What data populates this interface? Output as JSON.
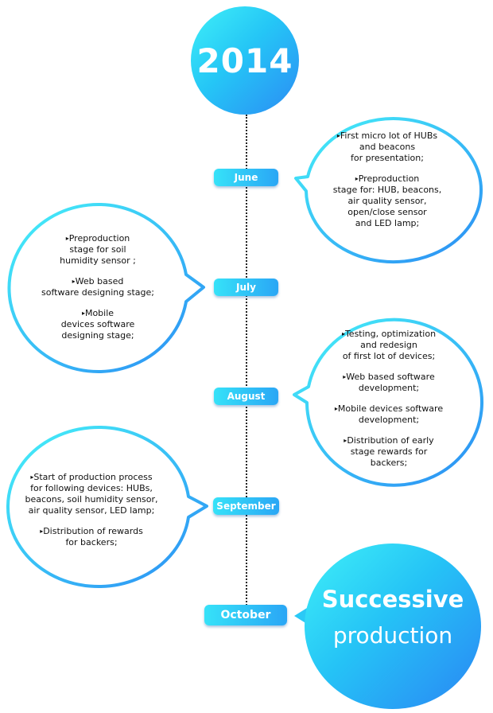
{
  "year": "2014",
  "colors": {
    "cyan": "#3ff0f8",
    "blue": "#2b8cf4",
    "text": "#111111"
  },
  "months": [
    "June",
    "July",
    "August",
    "September",
    "October"
  ],
  "bubbles": {
    "june": [
      "First micro lot of HUBs\nand beacons\nfor presentation;",
      "Preproduction\nstage for: HUB, beacons,\nair quality sensor,\nopen/close sensor\nand LED lamp;"
    ],
    "july": [
      "Preproduction\nstage for soil\nhumidity sensor ;",
      "Web based\nsoftware designing stage;",
      "Mobile\ndevices software\ndesigning stage;"
    ],
    "august": [
      "Testing, optimization\nand redesign\nof first lot of devices;",
      "Web based software\ndevelopment;",
      "Mobile devices software\ndevelopment;",
      "Distribution of early\nstage rewards for\nbackers;"
    ],
    "september": [
      "Start of production process\nfor following devices: HUBs,\nbeacons, soil humidity sensor,\nair quality sensor, LED lamp;",
      "Distribution of rewards\nfor backers;"
    ]
  },
  "final": {
    "title": "Successive",
    "subtitle": "production"
  }
}
